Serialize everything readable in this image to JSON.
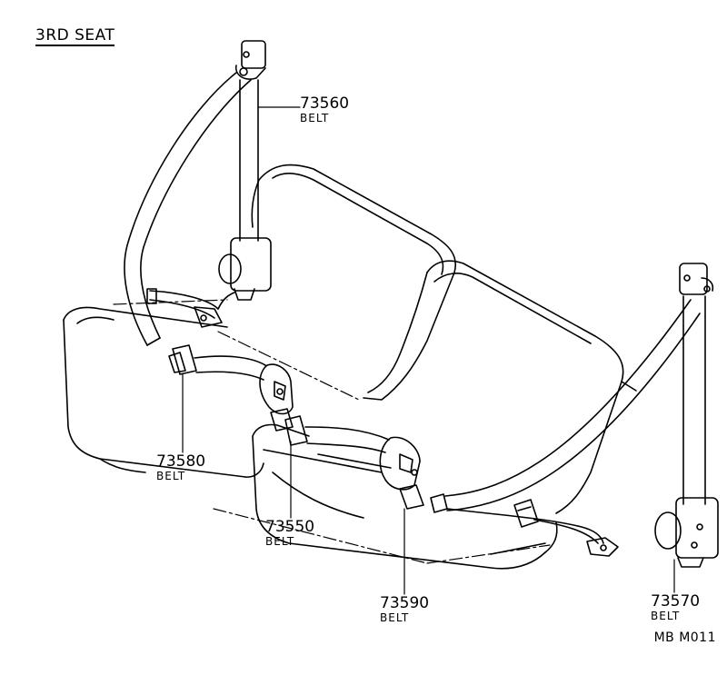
{
  "diagram": {
    "title": "3RD SEAT",
    "code": "MB  M011",
    "callouts": [
      {
        "id": "73560",
        "part": "73560",
        "label": "BELT"
      },
      {
        "id": "73580",
        "part": "73580",
        "label": "BELT"
      },
      {
        "id": "73550",
        "part": "73550",
        "label": "BELT"
      },
      {
        "id": "73590",
        "part": "73590",
        "label": "BELT"
      },
      {
        "id": "73570",
        "part": "73570",
        "label": "BELT"
      }
    ]
  }
}
